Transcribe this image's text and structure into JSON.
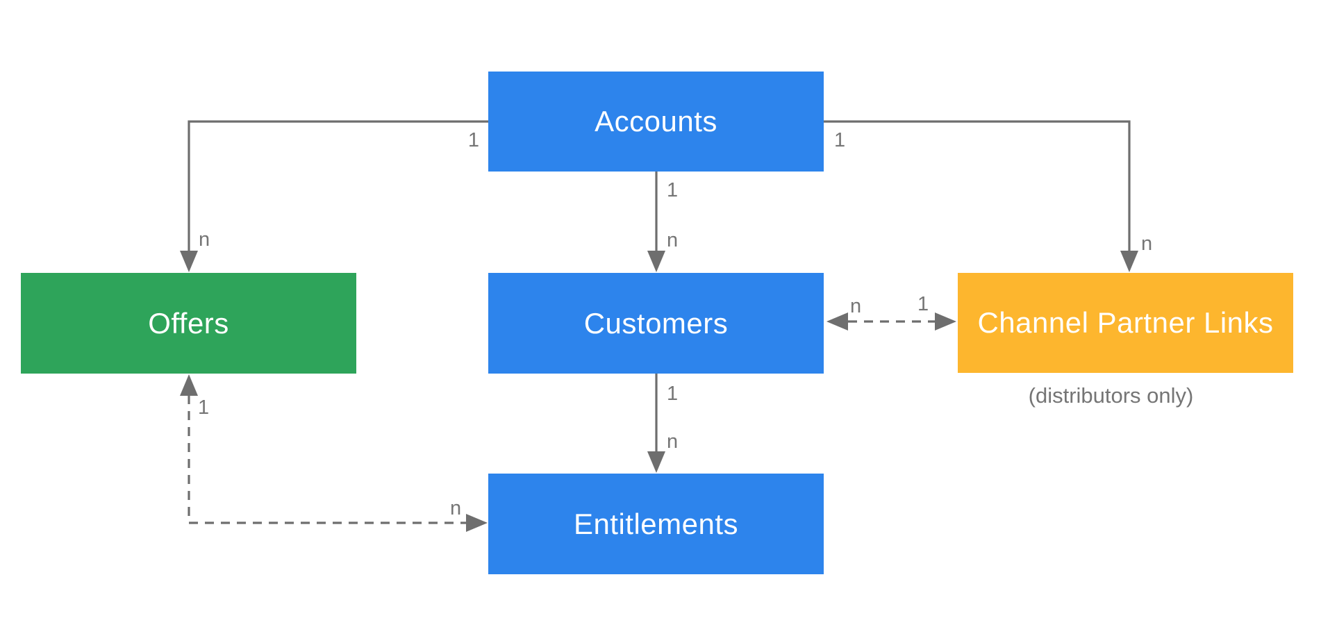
{
  "diagram": {
    "background_color": "#ffffff",
    "connector_color": "#6e6e6e",
    "cardinality_label_color": "#757575",
    "note_color": "#757575",
    "entities": [
      {
        "label": "Accounts",
        "color": "#2d84ec",
        "text_color": "#ffffff"
      },
      {
        "label": "Offers",
        "color": "#2ea45a",
        "text_color": "#ffffff"
      },
      {
        "label": "Customers",
        "color": "#2d84ec",
        "text_color": "#ffffff"
      },
      {
        "label": "Channel Partner Links",
        "color": "#fdb62e",
        "text_color": "#ffffff",
        "note": "(distributors only)"
      },
      {
        "label": "Entitlements",
        "color": "#2d84ec",
        "text_color": "#ffffff"
      }
    ],
    "relationships": [
      {
        "from": "Accounts",
        "to": "Offers",
        "from_card": "1",
        "to_card": "n",
        "line": "solid"
      },
      {
        "from": "Accounts",
        "to": "Customers",
        "from_card": "1",
        "to_card": "n",
        "line": "solid"
      },
      {
        "from": "Accounts",
        "to": "Channel Partner Links",
        "from_card": "1",
        "to_card": "n",
        "line": "solid"
      },
      {
        "from": "Customers",
        "to": "Channel Partner Links",
        "from_card": "n",
        "to_card": "1",
        "line": "dashed-bidirectional"
      },
      {
        "from": "Customers",
        "to": "Entitlements",
        "from_card": "1",
        "to_card": "n",
        "line": "solid"
      },
      {
        "from": "Offers",
        "to": "Entitlements",
        "from_card": "1",
        "to_card": "n",
        "line": "dashed-bidirectional"
      }
    ]
  }
}
